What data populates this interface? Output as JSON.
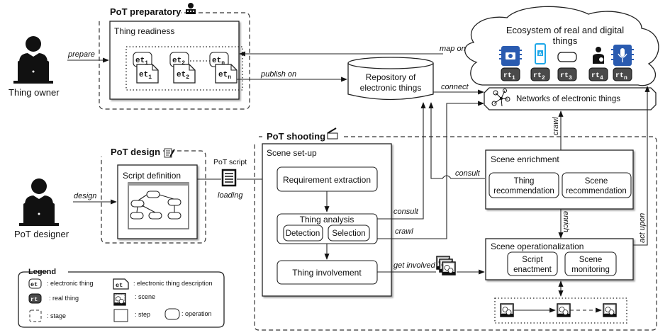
{
  "actors": {
    "thing_owner": "Thing owner",
    "pot_designer": "PoT designer"
  },
  "stages": {
    "preparatory": "PoT preparatory",
    "design": "PoT design",
    "shooting": "PoT shooting"
  },
  "steps": {
    "thing_readiness": "Thing readiness",
    "script_definition": "Script definition",
    "scene_setup": "Scene set-up",
    "scene_enrichment": "Scene enrichment",
    "scene_operationalization": "Scene operationalization"
  },
  "operations": {
    "requirement_extraction": "Requirement extraction",
    "thing_analysis": "Thing analysis",
    "detection": "Detection",
    "selection": "Selection",
    "thing_involvement": "Thing involvement",
    "thing_recommendation_1": "Thing",
    "thing_recommendation_2": "recommendation",
    "scene_recommendation_1": "Scene",
    "scene_recommendation_2": "recommendation",
    "script_enactment_1": "Script",
    "script_enactment_2": "enactment",
    "scene_monitoring_1": "Scene",
    "scene_monitoring_2": "monitoring"
  },
  "electronic_things": {
    "base": "et",
    "subscripts": [
      "1",
      "2",
      "n"
    ]
  },
  "real_things": {
    "base": "rt",
    "subscripts": [
      "1",
      "2",
      "3",
      "4",
      "n"
    ]
  },
  "repository": {
    "line1": "Repository of",
    "line2": "electronic things"
  },
  "ecosystem": {
    "line1": "Ecosystem of real and digital",
    "line2": "things"
  },
  "networks": "Networks of electronic things",
  "script_doc": {
    "label": "PoT script",
    "action": "loading"
  },
  "edges": {
    "prepare": "prepare",
    "design": "design",
    "map_on": "map on",
    "publish_on": "publish on",
    "connect": "connect",
    "consult_1": "consult",
    "consult_2": "consult",
    "crawl_1": "crawl",
    "crawl_2": "crawl",
    "get_involved": "get involved",
    "enrich": "enrich",
    "act_upon": "act upon"
  },
  "legend": {
    "title": "Legend",
    "items": [
      {
        "symbol": "et",
        "label": ": electronic thing"
      },
      {
        "symbol": "et",
        "label": ": electronic thing description"
      },
      {
        "symbol": "rt",
        "label": ": real thing"
      },
      {
        "symbol": "scene",
        "label": ": scene"
      },
      {
        "symbol": "stage",
        "label": ": stage"
      },
      {
        "symbol": "step",
        "label": ": step"
      },
      {
        "symbol": "operation",
        "label": ": operation"
      }
    ]
  },
  "colors": {
    "device_blue": "#2a5bb0",
    "phone_blue": "#1ea7e8",
    "rt_gray": "#4a4a4a"
  }
}
